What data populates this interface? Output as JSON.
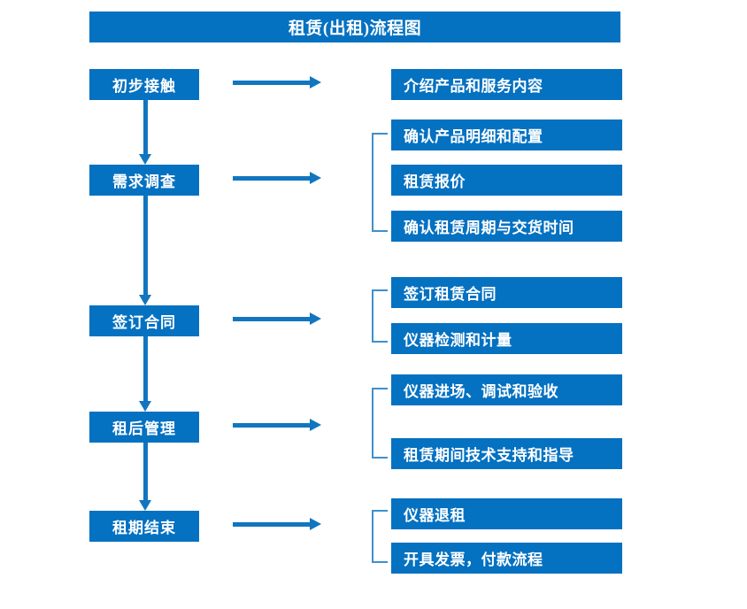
{
  "diagram": {
    "title": "租赁(出租)流程图",
    "colors": {
      "box_blue": "#0571C1",
      "arrow_blue": "#1176BF",
      "bracket_blue": "#3E8FCC",
      "text_white": "#FFFFFF",
      "background": "#FFFFFF"
    },
    "stages": [
      {
        "id": "stage-1",
        "label": "初步接触",
        "details": [
          "介绍产品和服务内容"
        ],
        "has_bracket": false
      },
      {
        "id": "stage-2",
        "label": "需求调查",
        "details": [
          "确认产品明细和配置",
          "租赁报价",
          "确认租赁周期与交货时间"
        ],
        "has_bracket": true
      },
      {
        "id": "stage-3",
        "label": "签订合同",
        "details": [
          "签订租赁合同",
          "仪器检测和计量"
        ],
        "has_bracket": true
      },
      {
        "id": "stage-4",
        "label": "租后管理",
        "details": [
          "仪器进场、调试和验收",
          "租赁期间技术支持和指导"
        ],
        "has_bracket": true
      },
      {
        "id": "stage-5",
        "label": "租期结束",
        "details": [
          "仪器退租",
          "开具发票，付款流程"
        ],
        "has_bracket": true
      }
    ]
  }
}
